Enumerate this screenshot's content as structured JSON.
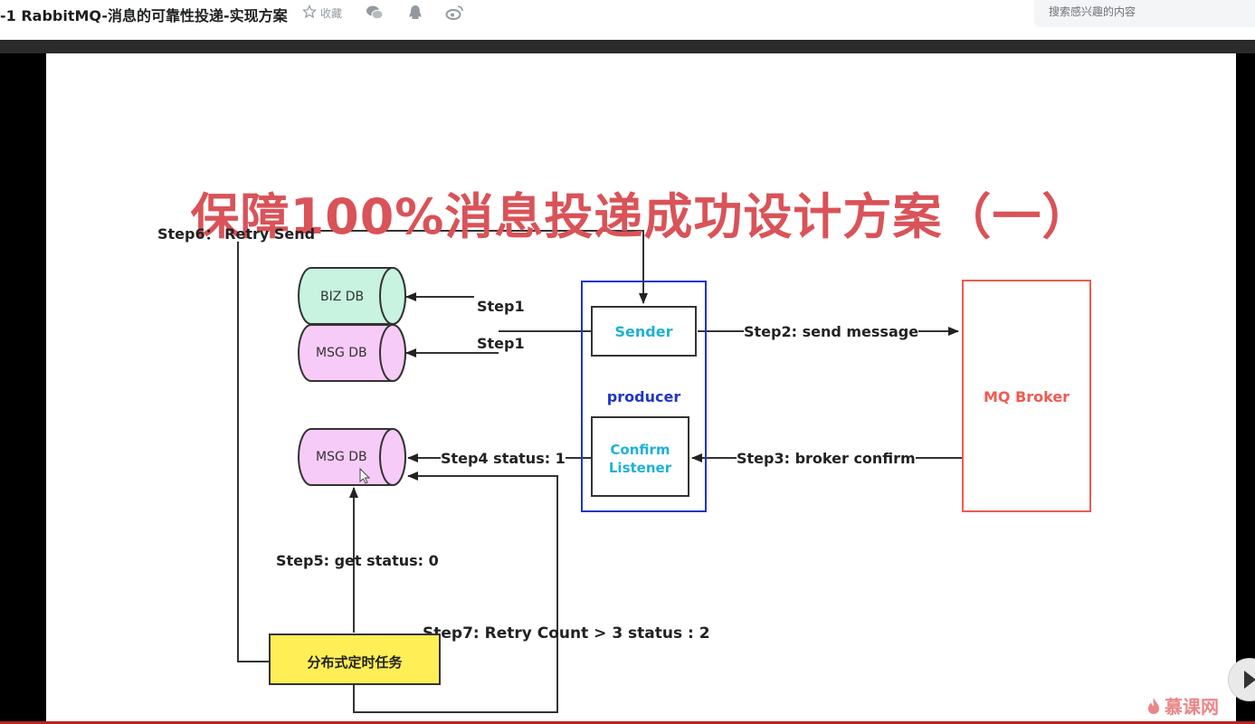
{
  "header": {
    "title": "-1 RabbitMQ-消息的可靠性投递-实现方案",
    "favorite_label": "收藏",
    "search_placeholder": "搜索感兴趣的内容",
    "share_icons": [
      "wechat-icon",
      "qq-icon",
      "weibo-icon"
    ]
  },
  "slide": {
    "title": "保障100%消息投递成功设计方案（一）",
    "labels": {
      "step6": "Step6： Retry Send",
      "step1_biz": "Step1",
      "step1_msg": "Step1",
      "step2": "Step2:  send message",
      "step3": "Step3:  broker confirm",
      "step4": "Step4 status: 1",
      "step5": "Step5: get status:  0",
      "step7": "Step7: Retry Count > 3 status : 2"
    },
    "databases": {
      "biz_db": "BIZ DB",
      "msg_db_top": "MSG DB",
      "msg_db_bottom": "MSG DB"
    },
    "producer_label": "producer",
    "sender_label": "Sender",
    "confirm_listener": [
      "Confirm",
      "Listener"
    ],
    "broker_label": "MQ Broker",
    "scheduler_label": "分布式定时任务"
  },
  "watermark": "慕课网",
  "colors": {
    "title_red": "#d95358",
    "producer_blue": "#1f35c8",
    "cyan_text": "#1fb0d6",
    "broker_red": "#ef5b50",
    "biz_db_fill": "#c7f3e0",
    "msg_db_fill": "#f7cbf7",
    "scheduler_fill": "#ffee55"
  }
}
